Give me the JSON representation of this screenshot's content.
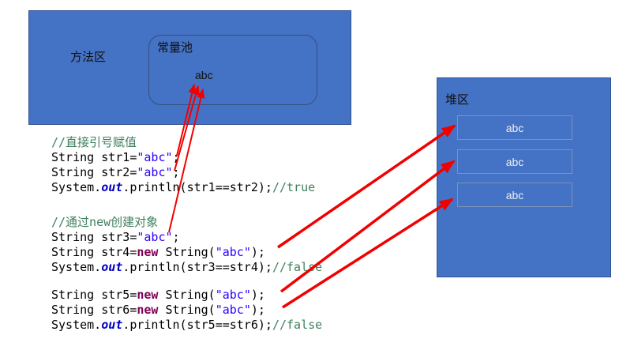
{
  "method_area": {
    "label": "方法区",
    "constant_pool": {
      "label": "常量池",
      "value": "abc"
    }
  },
  "heap": {
    "label": "堆区",
    "objects": [
      "abc",
      "abc",
      "abc"
    ]
  },
  "code": {
    "blocks": [
      {
        "lines": [
          [
            {
              "t": "//直接引号赋值",
              "c": "com"
            }
          ],
          [
            {
              "t": "String str1=",
              "c": "def"
            },
            {
              "t": "\"abc\"",
              "c": "str"
            },
            {
              "t": ";",
              "c": "def"
            }
          ],
          [
            {
              "t": "String str2=",
              "c": "def"
            },
            {
              "t": "\"abc\"",
              "c": "str"
            },
            {
              "t": ";",
              "c": "def"
            }
          ],
          [
            {
              "t": "System.",
              "c": "def"
            },
            {
              "t": "out",
              "c": "field"
            },
            {
              "t": ".println(str1==str2);",
              "c": "def"
            },
            {
              "t": "//true",
              "c": "com"
            }
          ]
        ]
      },
      {
        "lines": [
          [
            {
              "t": "//通过new创建对象",
              "c": "com"
            }
          ],
          [
            {
              "t": "String str3=",
              "c": "def"
            },
            {
              "t": "\"abc\"",
              "c": "str"
            },
            {
              "t": ";",
              "c": "def"
            }
          ],
          [
            {
              "t": "String str4=",
              "c": "def"
            },
            {
              "t": "new",
              "c": "kw"
            },
            {
              "t": " String(",
              "c": "def"
            },
            {
              "t": "\"abc\"",
              "c": "str"
            },
            {
              "t": ");",
              "c": "def"
            }
          ],
          [
            {
              "t": "System.",
              "c": "def"
            },
            {
              "t": "out",
              "c": "field"
            },
            {
              "t": ".println(str3==str4);",
              "c": "def"
            },
            {
              "t": "//false",
              "c": "com"
            }
          ]
        ]
      },
      {
        "lines": [
          [
            {
              "t": "String str5=",
              "c": "def"
            },
            {
              "t": "new",
              "c": "kw"
            },
            {
              "t": " String(",
              "c": "def"
            },
            {
              "t": "\"abc\"",
              "c": "str"
            },
            {
              "t": ");",
              "c": "def"
            }
          ],
          [
            {
              "t": "String str6=",
              "c": "def"
            },
            {
              "t": "new",
              "c": "kw"
            },
            {
              "t": " String(",
              "c": "def"
            },
            {
              "t": "\"abc\"",
              "c": "str"
            },
            {
              "t": ");",
              "c": "def"
            }
          ],
          [
            {
              "t": "System.",
              "c": "def"
            },
            {
              "t": "out",
              "c": "field"
            },
            {
              "t": ".println(str5==str6);",
              "c": "def"
            },
            {
              "t": "//false",
              "c": "com"
            }
          ]
        ]
      }
    ]
  },
  "colors": {
    "box_fill": "#4472C4",
    "box_border": "#2F528F",
    "pool_border": "#35507E",
    "heap_obj_border": "#7D93B8",
    "heap_obj_text": "#EDEFF3",
    "arrow": "#F20000",
    "comment": "#3F7F5F",
    "string": "#2A00FF",
    "keyword": "#7F0055",
    "static_field": "#0000C0"
  }
}
